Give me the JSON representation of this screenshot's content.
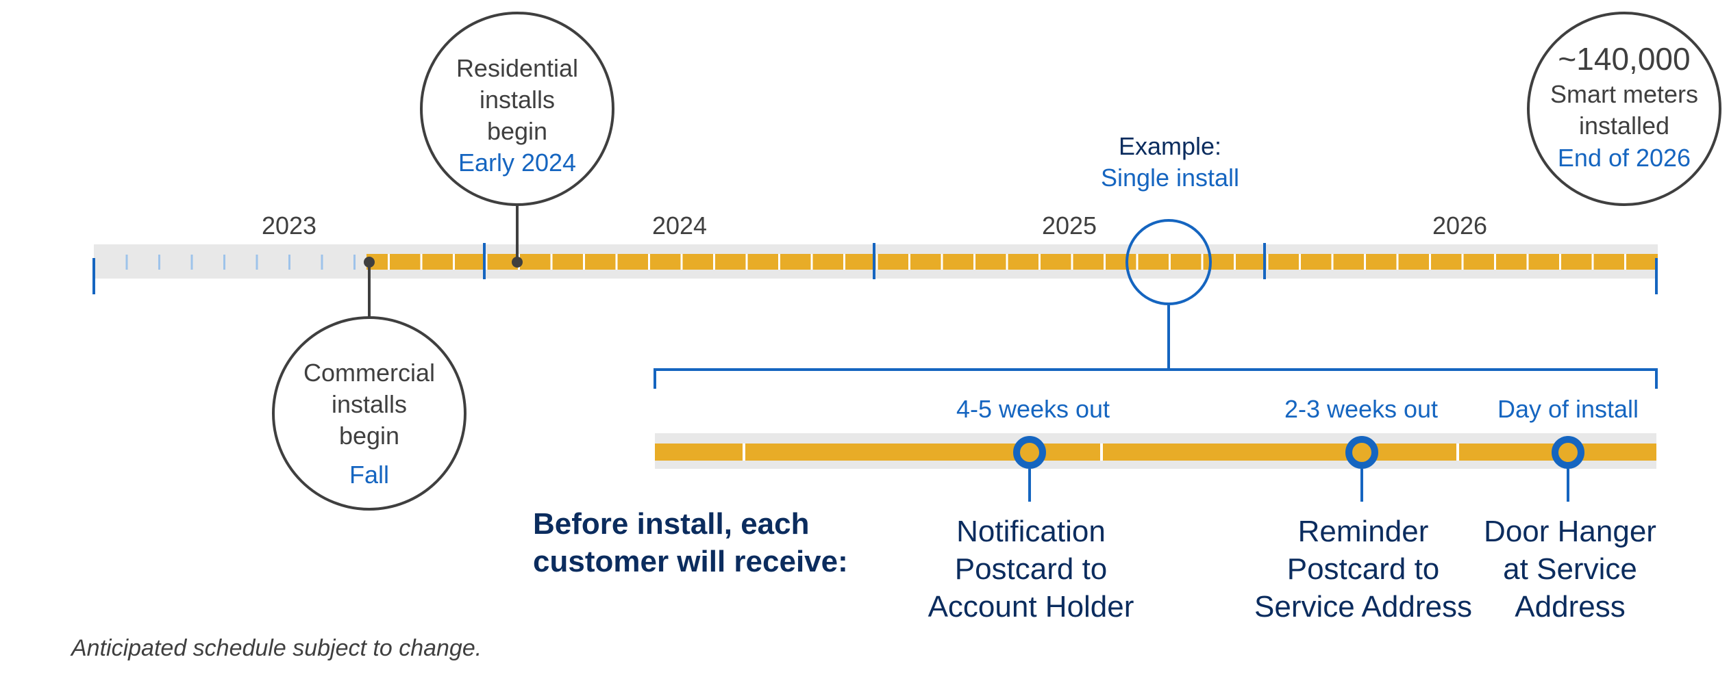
{
  "colors": {
    "track": "#e8e8e8",
    "gold": "#e8ac27",
    "blue": "#1565c0",
    "navy": "#0b2c5e",
    "gray_text": "#3f3f3f",
    "light_tick": "#9ec3ea",
    "circle_stroke": "#3f3f3f"
  },
  "years": [
    "2023",
    "2024",
    "2025",
    "2026"
  ],
  "milestones": {
    "residential": {
      "lines": [
        "Residential",
        "installs",
        "begin"
      ],
      "date": "Early 2024"
    },
    "commercial": {
      "lines": [
        "Commercial",
        "installs",
        "begin"
      ],
      "date": "Fall"
    },
    "total": {
      "count": "~140,000",
      "lines": [
        "Smart meters",
        "installed"
      ],
      "date": "End of 2026"
    }
  },
  "example": {
    "label": "Example:",
    "value": "Single install"
  },
  "steps": [
    {
      "timing": "4-5 weeks out",
      "lines": [
        "Notification",
        "Postcard to",
        "Account Holder"
      ]
    },
    {
      "timing": "2-3 weeks out",
      "lines": [
        "Reminder",
        "Postcard to",
        "Service Address"
      ]
    },
    {
      "timing": "Day of install",
      "lines": [
        "Door Hanger",
        "at Service",
        "Address"
      ]
    }
  ],
  "before_install": [
    "Before install, each",
    "customer will receive:"
  ],
  "footnote": "Anticipated schedule subject to change."
}
